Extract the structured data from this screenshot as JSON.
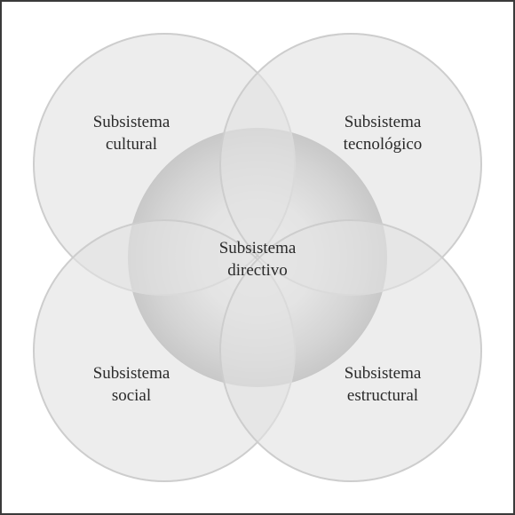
{
  "diagram": {
    "center": {
      "line1": "Subsistema",
      "line2": "directivo"
    },
    "subsystems": {
      "cultural": {
        "line1": "Subsistema",
        "line2": "cultural"
      },
      "tecnologico": {
        "line1": "Subsistema",
        "line2": "tecnológico"
      },
      "social": {
        "line1": "Subsistema",
        "line2": "social"
      },
      "estructural": {
        "line1": "Subsistema",
        "line2": "estructural"
      }
    }
  },
  "colors": {
    "frame": "#3a3a3a",
    "circle_fill": "#e2e2e2",
    "circle_stroke": "#cdcdcd",
    "center_gradient_inner": "#f7f7f7",
    "center_gradient_outer": "#9e9e9e",
    "text": "#2a2a2a"
  }
}
